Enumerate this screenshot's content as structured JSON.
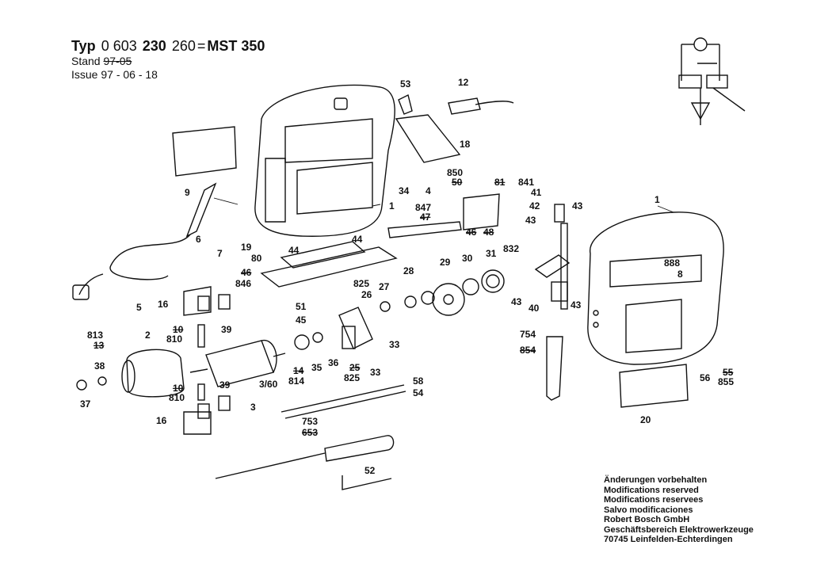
{
  "header": {
    "typ_label": "Typ",
    "part_prefix": "0 603",
    "part_mid": "230",
    "part_suffix": "260",
    "equals": "=",
    "model": "MST 350",
    "stand_label": "Stand",
    "stand_value": "97-05",
    "issue_label": "Issue",
    "issue_value": "97 - 06 - 18"
  },
  "labels": [
    {
      "id": "53",
      "text": "53"
    },
    {
      "id": "12",
      "text": "12"
    },
    {
      "id": "18",
      "text": "18"
    },
    {
      "id": "9",
      "text": "9"
    },
    {
      "id": "34",
      "text": "34"
    },
    {
      "id": "4",
      "text": "4"
    },
    {
      "id": "850",
      "text": "850"
    },
    {
      "id": "50",
      "text": "50"
    },
    {
      "id": "81",
      "text": "81"
    },
    {
      "id": "841",
      "text": "841"
    },
    {
      "id": "41",
      "text": "41"
    },
    {
      "id": "42",
      "text": "42"
    },
    {
      "id": "43a",
      "text": "43"
    },
    {
      "id": "43b",
      "text": "43"
    },
    {
      "id": "43c",
      "text": "43"
    },
    {
      "id": "43d",
      "text": "43"
    },
    {
      "id": "1a",
      "text": "1"
    },
    {
      "id": "1b",
      "text": "1"
    },
    {
      "id": "847",
      "text": "847"
    },
    {
      "id": "47",
      "text": "47"
    },
    {
      "id": "48",
      "text": "48"
    },
    {
      "id": "46r",
      "text": "46"
    },
    {
      "id": "6",
      "text": "6"
    },
    {
      "id": "7",
      "text": "7"
    },
    {
      "id": "19",
      "text": "19"
    },
    {
      "id": "44a",
      "text": "44"
    },
    {
      "id": "44b",
      "text": "44"
    },
    {
      "id": "80",
      "text": "80"
    },
    {
      "id": "888",
      "text": "888"
    },
    {
      "id": "8",
      "text": "8"
    },
    {
      "id": "832",
      "text": "832"
    },
    {
      "id": "46l",
      "text": "46"
    },
    {
      "id": "846",
      "text": "846"
    },
    {
      "id": "29",
      "text": "29"
    },
    {
      "id": "30",
      "text": "30"
    },
    {
      "id": "31",
      "text": "31"
    },
    {
      "id": "5",
      "text": "5"
    },
    {
      "id": "28",
      "text": "28"
    },
    {
      "id": "825a",
      "text": "825"
    },
    {
      "id": "26a",
      "text": "26"
    },
    {
      "id": "27",
      "text": "27"
    },
    {
      "id": "16a",
      "text": "16"
    },
    {
      "id": "51",
      "text": "51"
    },
    {
      "id": "40",
      "text": "40"
    },
    {
      "id": "45",
      "text": "45"
    },
    {
      "id": "10a",
      "text": "10"
    },
    {
      "id": "39a",
      "text": "39"
    },
    {
      "id": "810a",
      "text": "810"
    },
    {
      "id": "813",
      "text": "813"
    },
    {
      "id": "13",
      "text": "13"
    },
    {
      "id": "2",
      "text": "2"
    },
    {
      "id": "38",
      "text": "38"
    },
    {
      "id": "33a",
      "text": "33"
    },
    {
      "id": "754",
      "text": "754"
    },
    {
      "id": "854",
      "text": "854"
    },
    {
      "id": "14",
      "text": "14"
    },
    {
      "id": "35",
      "text": "35"
    },
    {
      "id": "36",
      "text": "36"
    },
    {
      "id": "25",
      "text": "25"
    },
    {
      "id": "33b",
      "text": "33"
    },
    {
      "id": "814",
      "text": "814"
    },
    {
      "id": "825b",
      "text": "825"
    },
    {
      "id": "56",
      "text": "56"
    },
    {
      "id": "55",
      "text": "55"
    },
    {
      "id": "855",
      "text": "855"
    },
    {
      "id": "10b",
      "text": "10"
    },
    {
      "id": "39b",
      "text": "39"
    },
    {
      "id": "360",
      "text": "3/60"
    },
    {
      "id": "58",
      "text": "58"
    },
    {
      "id": "54",
      "text": "54"
    },
    {
      "id": "810b",
      "text": "810"
    },
    {
      "id": "37",
      "text": "37"
    },
    {
      "id": "3",
      "text": "3"
    },
    {
      "id": "20",
      "text": "20"
    },
    {
      "id": "16b",
      "text": "16"
    },
    {
      "id": "753",
      "text": "753"
    },
    {
      "id": "653",
      "text": "653"
    },
    {
      "id": "52",
      "text": "52"
    }
  ],
  "footer": {
    "lines": [
      "Änderungen vorbehalten",
      "Modifications reserved",
      "Modifications reservees",
      "Salvo modificaciones",
      "Robert Bosch GmbH",
      "Geschäftsbereich Elektrowerkzeuge",
      "70745 Leinfelden-Echterdingen"
    ]
  }
}
